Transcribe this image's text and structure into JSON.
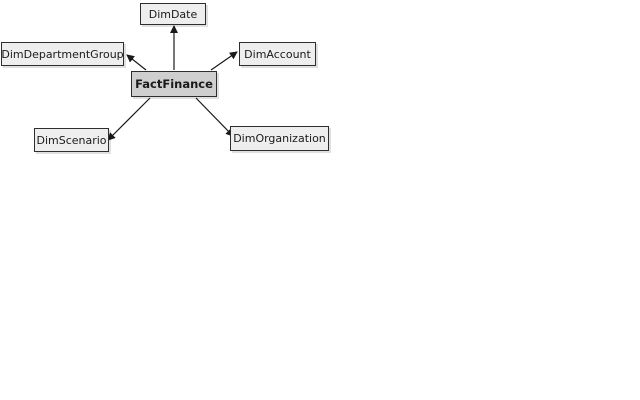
{
  "diagram": {
    "fact": {
      "label": "FactFinance"
    },
    "dimensions": {
      "date": {
        "label": "DimDate"
      },
      "department_group": {
        "label": "DimDepartmentGroup"
      },
      "account": {
        "label": "DimAccount"
      },
      "scenario": {
        "label": "DimScenario"
      },
      "organization": {
        "label": "DimOrganization"
      }
    },
    "relationships": [
      {
        "from": "FactFinance",
        "to": "DimDate"
      },
      {
        "from": "FactFinance",
        "to": "DimDepartmentGroup"
      },
      {
        "from": "FactFinance",
        "to": "DimAccount"
      },
      {
        "from": "FactFinance",
        "to": "DimScenario"
      },
      {
        "from": "FactFinance",
        "to": "DimOrganization"
      }
    ],
    "colors": {
      "fact_fill": "#cfcfcf",
      "dim_fill": "#eeeeee",
      "border": "#2e2e2e",
      "edge": "#1a1a1a"
    }
  }
}
